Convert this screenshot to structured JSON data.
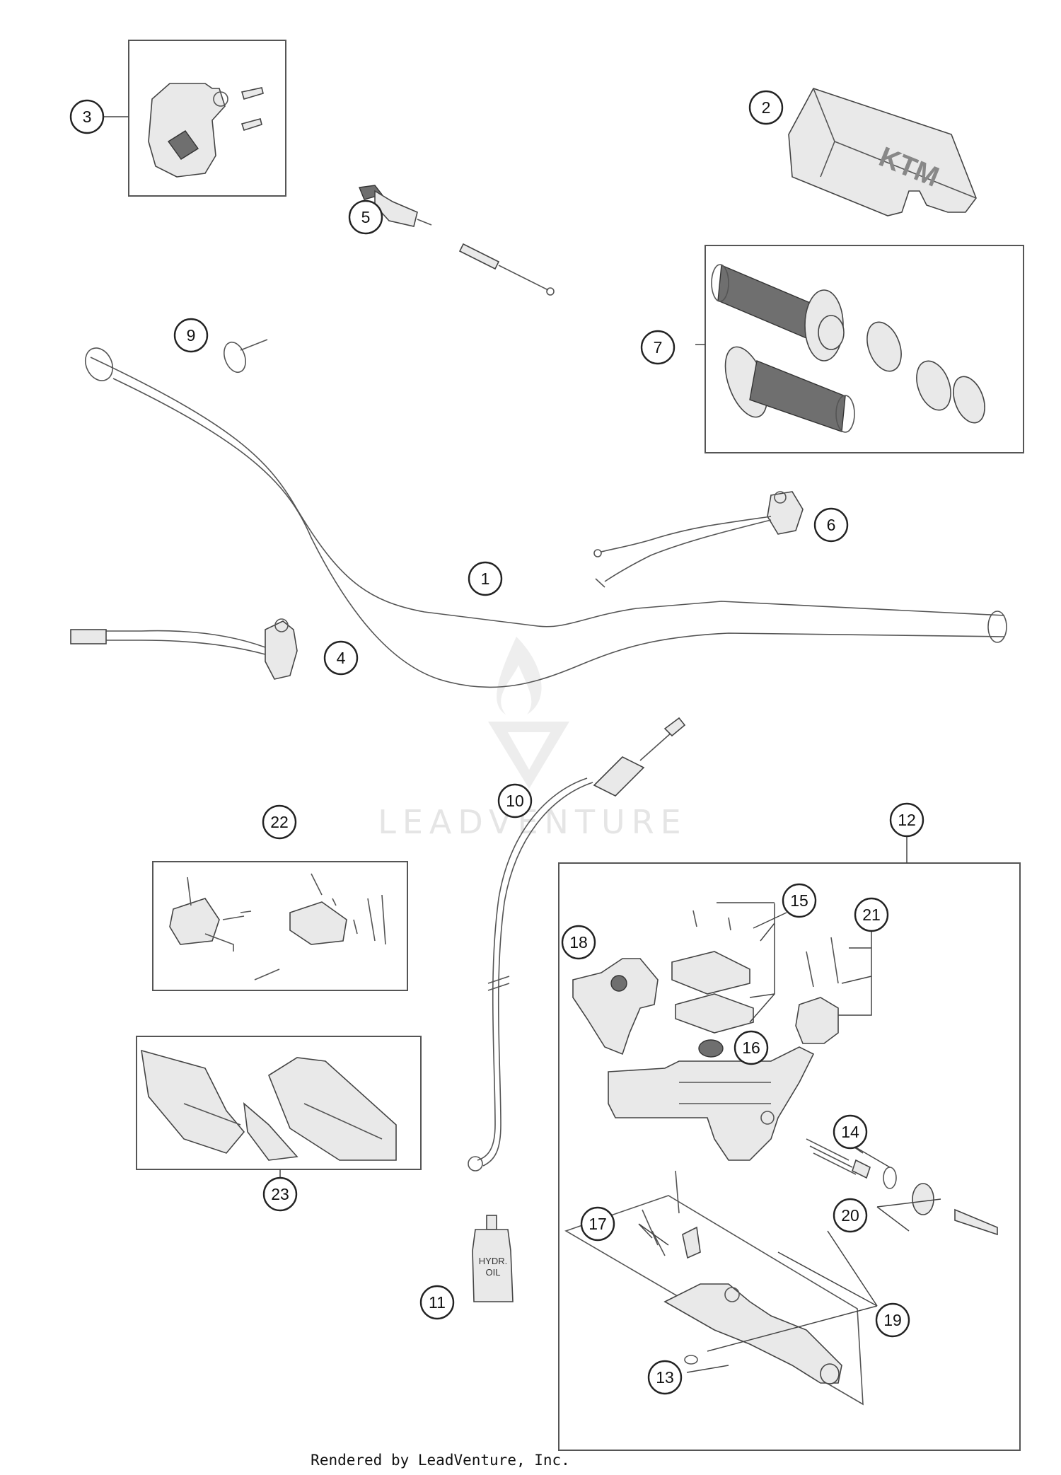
{
  "diagram": {
    "callouts": [
      "1",
      "2",
      "3",
      "4",
      "5",
      "6",
      "7",
      "9",
      "10",
      "11",
      "12",
      "13",
      "14",
      "15",
      "16",
      "17",
      "18",
      "19",
      "20",
      "21",
      "22",
      "23"
    ],
    "watermark": "LEADVENTURE",
    "oil_label_1": "HYDR.",
    "oil_label_2": "OIL",
    "logo_text": "KTM"
  },
  "footer": {
    "rendered_by": "Rendered by LeadVenture, Inc."
  }
}
